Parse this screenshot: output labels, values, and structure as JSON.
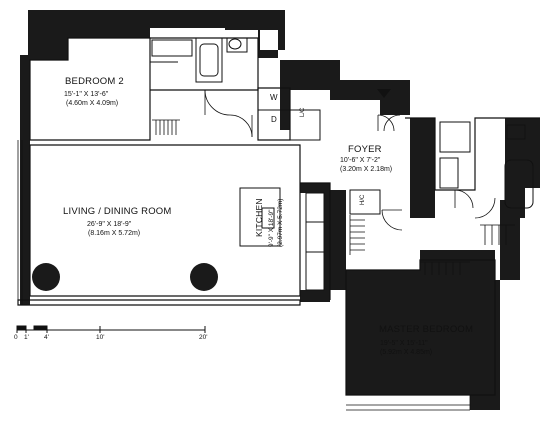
{
  "rooms": {
    "bedroom2": {
      "name": "BEDROOM 2",
      "dim_imperial": "15'-1\" X 13'-6\"",
      "dim_metric": "(4.60m X 4.09m)"
    },
    "living": {
      "name": "LIVING / DINING ROOM",
      "dim_imperial": "26'-9\" X 18'-9\"",
      "dim_metric": "(8.16m X 5.72m)"
    },
    "foyer": {
      "name": "FOYER",
      "dim_imperial": "10'-6\" X 7'-2\"",
      "dim_metric": "(3.20m X 2.18m)"
    },
    "kitchen": {
      "name": "KITCHEN",
      "dim_imperial": "9'-9\" X 18'-9\"",
      "dim_metric": "(2.97m X 5.72m)"
    },
    "master": {
      "name": "MASTER BEDROOM",
      "dim_imperial": "19'-5\" X 15'-11\"",
      "dim_metric": "(5.92m X 4.85m)"
    }
  },
  "fixtures": {
    "washer": "W",
    "dryer": "D",
    "linen_closet": "L/C",
    "hall_closet": "H/C"
  },
  "scale_bar": {
    "ticks": [
      "0",
      "1'",
      "4'",
      "10'",
      "20'"
    ]
  }
}
